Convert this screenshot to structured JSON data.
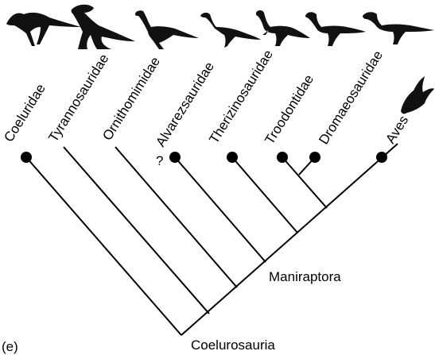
{
  "panel_label": "(e)",
  "root_label": "Coelurosauria",
  "internal_labels": {
    "maniraptora": "Maniraptora"
  },
  "uncertainty_mark": "?",
  "taxa": [
    {
      "id": "coeluridae",
      "name": "Coeluridae"
    },
    {
      "id": "tyrannosauridae",
      "name": "Tyrannosauridae"
    },
    {
      "id": "ornithomimidae",
      "name": "Ornithomimidae"
    },
    {
      "id": "alvarezsauridae",
      "name": "Alvarezsauridae"
    },
    {
      "id": "therizinosauridae",
      "name": "Therizinosauridae"
    },
    {
      "id": "troodontidae",
      "name": "Troodontidae"
    },
    {
      "id": "dromaeosauridae",
      "name": "Dromaeosauridae"
    },
    {
      "id": "aves",
      "name": "Aves"
    }
  ],
  "silhouettes": [
    "coelurid-silhouette",
    "tyrannosaur-silhouette",
    "ornithomimid-silhouette",
    "alvarezsaur-silhouette",
    "therizinosaur-silhouette",
    "troodontid-silhouette",
    "dromaeosaur-silhouette",
    "bird-silhouette"
  ]
}
